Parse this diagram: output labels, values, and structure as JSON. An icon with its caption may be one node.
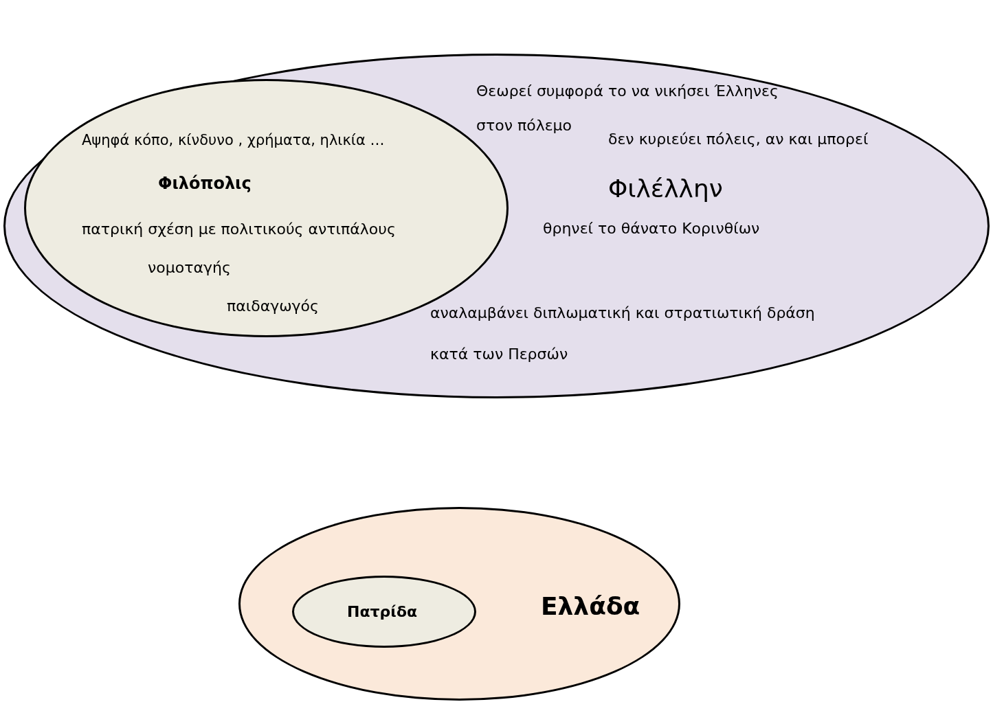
{
  "diagram": {
    "nodes": [
      {
        "text": [
          "Θεωρεί συμφορά το να νικήσει Έλληνες στον πόλεμο",
          "δεν κυριεύει πόλεις, αν και μπορεί",
          "Φιλέλλην",
          "θρηνεί το θάνατο Κορινθίων",
          "αναλαμβάνει διπλωματική και στρατιωτική δράση κατά των Περσών"
        ]
      },
      {
        "text": [
          "Αψηφά κόπο, κίνδυνο , χρήματα, ηλικία …",
          "Φιλόπολις",
          "πατρική σχέση με πολιτικούς αντιπάλους",
          "νομοταγής",
          "παιδαγωγός"
        ],
        "in": 0
      },
      {
        "text": [
          "Ελλάδα"
        ]
      },
      {
        "text": [
          "Πατρίδα"
        ],
        "in": 2
      }
    ]
  }
}
